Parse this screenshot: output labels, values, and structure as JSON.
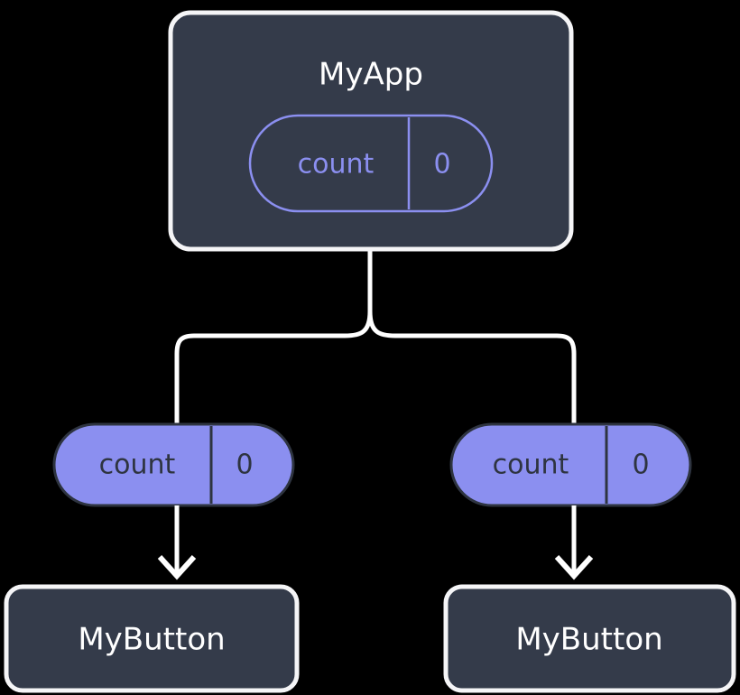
{
  "diagram": {
    "type": "component-tree",
    "background_color": "#000000",
    "colors": {
      "node_fill": "#343b4a",
      "node_border": "#f5f5f7",
      "node_text": "#ffffff",
      "accent": "#8b8ff0",
      "pill_fill": "#8b8ff0",
      "pill_outline_border": "#8b8ff0",
      "pill_outline_text": "#8b8ff0",
      "pill_filled_text": "#2e3440",
      "pill_filled_border": "#2e3440",
      "edge": "#ffffff"
    },
    "root": {
      "label": "MyApp",
      "state_pill": {
        "key": "count",
        "value": "0",
        "style": "outline"
      }
    },
    "branches": [
      {
        "side": "left",
        "prop_pill": {
          "key": "count",
          "value": "0",
          "style": "filled"
        },
        "child": {
          "label": "MyButton"
        },
        "arrow": "down-arrow-icon"
      },
      {
        "side": "right",
        "prop_pill": {
          "key": "count",
          "value": "0",
          "style": "filled"
        },
        "child": {
          "label": "MyButton"
        },
        "arrow": "down-arrow-icon"
      }
    ]
  }
}
